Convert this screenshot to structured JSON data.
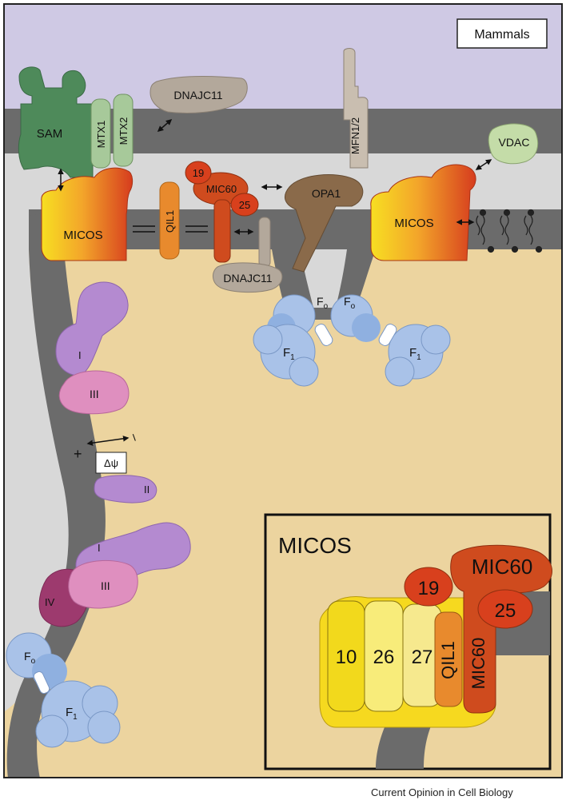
{
  "title_box": "Mammals",
  "labels": {
    "sam": "SAM",
    "mtx1": "MTX1",
    "mtx2": "MTX2",
    "dnajc11_top": "DNAJC11",
    "dnajc11_bottom": "DNAJC11",
    "mfn": "MFN1/2",
    "vdac": "VDAC",
    "micos_left": "MICOS",
    "micos_right": "MICOS",
    "qil1": "QIL1",
    "mic19": "19",
    "mic60": "MIC60",
    "mic25": "25",
    "opa1": "OPA1",
    "fo": "F",
    "fo_sub": "o",
    "f1": "F",
    "f1_sub": "1",
    "complex_i": "I",
    "complex_ii": "II",
    "complex_iii": "III",
    "complex_iv": "IV",
    "plus": "+",
    "minus": "–",
    "delta_psi": "Δψ"
  },
  "inset": {
    "title": "MICOS",
    "sub10": "10",
    "sub26": "26",
    "sub27": "27",
    "qil1": "QIL1",
    "mic60": "MIC60",
    "mic19": "19",
    "mic25": "25"
  },
  "footer": "Current Opinion in Cell Biology",
  "colors": {
    "cytosol": "#cfc9e4",
    "membrane": "#6b6b6b",
    "ims": "#d8d8d8",
    "matrix": "#ecd49f",
    "sam": "#4e8a5a",
    "mtx": "#a7c99a",
    "tan_protein": "#b3a89b",
    "vdac": "#c4dca8",
    "micos_yellow": "#f5d321",
    "micos_red": "#d8401d",
    "qil1": "#e88a2d",
    "mic60": "#cf4b1e",
    "opa1": "#8a6a4a",
    "atp_synthase": "#a9c2e8",
    "complex_i": "#b48ad0",
    "complex_iii": "#df8fbf",
    "complex_iv": "#9d3a6e"
  }
}
